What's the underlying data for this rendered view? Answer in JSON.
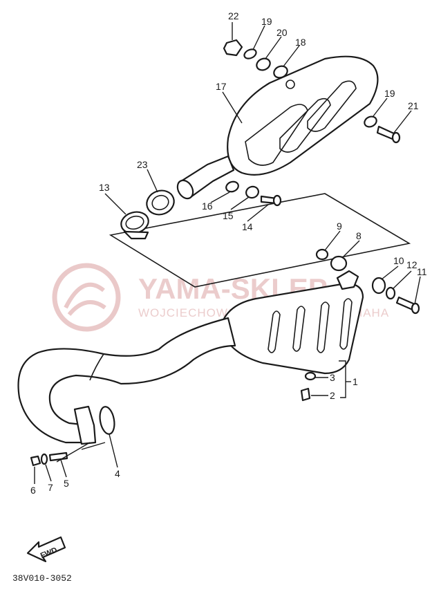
{
  "watermark": {
    "brand": "YAMA-SKLEP",
    "subtitle": "WOJCIECHOWSKI PARTS CAFE YAMAHA",
    "color": "#e5bcbc"
  },
  "callouts": {
    "c1": "1",
    "c2": "2",
    "c3": "3",
    "c4": "4",
    "c5": "5",
    "c6": "6",
    "c7": "7",
    "c8": "8",
    "c9": "9",
    "c10": "10",
    "c11": "11",
    "c12": "12",
    "c13": "13",
    "c14": "14",
    "c15": "15",
    "c16": "16",
    "c17": "17",
    "c18": "18",
    "c19a": "19",
    "c19b": "19",
    "c20": "20",
    "c21": "21",
    "c22": "22",
    "c23": "23"
  },
  "direction_badge": "FWD",
  "diagram_code": "38V010-3052"
}
